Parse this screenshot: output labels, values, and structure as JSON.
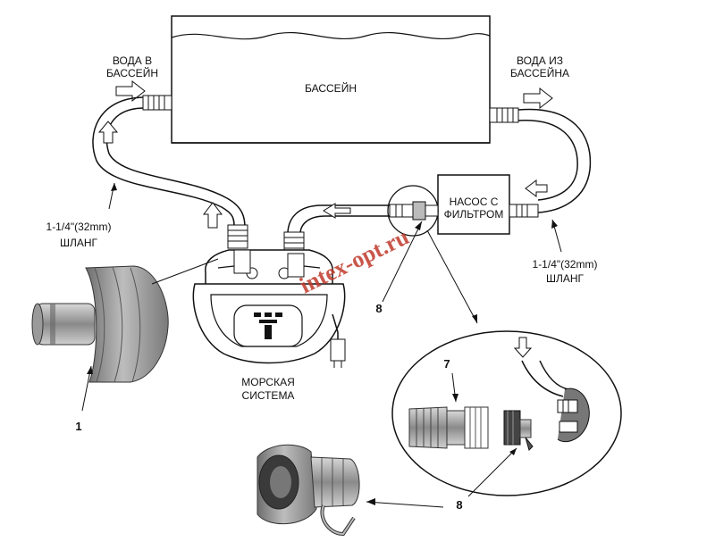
{
  "labels": {
    "pool": "БАССЕЙН",
    "water_in_line1": "ВОДА В",
    "water_in_line2": "БАССЕЙН",
    "water_out_line1": "ВОДА ИЗ",
    "water_out_line2": "БАССЕЙНА",
    "pump_line1": "НАСОС С",
    "pump_line2": "ФИЛЬТРОМ",
    "hose_left_line1": "1-1/4\"(32mm)",
    "hose_left_line2": "ШЛАНГ",
    "hose_right_line1": "1-1/4\"(32mm)",
    "hose_right_line2": "ШЛАНГ",
    "sea_system_line1": "МОРСКАЯ",
    "sea_system_line2": "СИСТЕМА",
    "callout_1": "1",
    "callout_7": "7",
    "callout_8_top": "8",
    "callout_8_bottom": "8"
  },
  "watermark": "intex-opt.ru",
  "colors": {
    "line": "#111111",
    "fill_light": "#ffffff",
    "part_grey": "#9a9a9a",
    "part_dark": "#555555",
    "watermark": "#c0392b"
  }
}
